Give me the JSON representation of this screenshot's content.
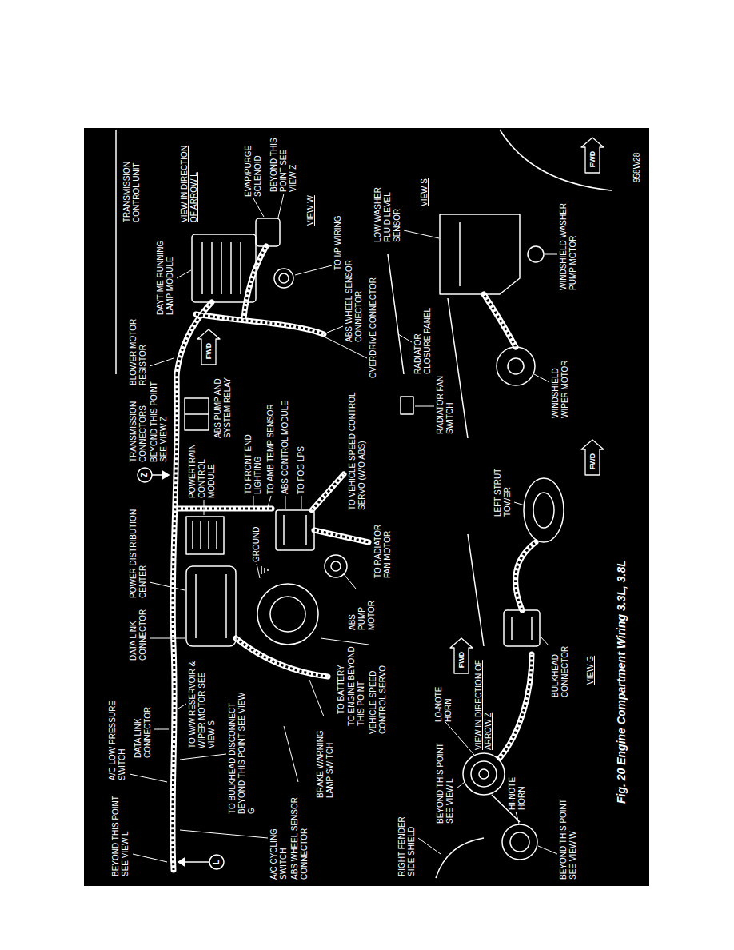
{
  "diagram": {
    "caption": "Fig. 20 Engine Compartment Wiring 3.3L, 3.8L",
    "labels": [
      "BEYOND THIS POINT SEE VIEW L",
      "A/C LOW PRESSURE SWITCH",
      "DATA LINK CONNECTOR",
      "L",
      "TO W/W RESERVOIR & WIPER MOTOR SEE VIEW S",
      "TO BULKHEAD DISCONNECT BEYOND THIS POINT SEE VIEW G",
      "A/C CYCLING SWITCH",
      "ABS WHEEL SENSOR CONNECTOR",
      "BRAKE WARNING LAMP SWITCH",
      "TO BATTERY",
      "TO ENGINE BEYOND THIS POINT",
      "VEHICLE SPEED CONTROL SERVO",
      "DATA LINK CONNECTOR",
      "POWER DISTRIBUTION CENTER",
      "Z",
      "TRANSMISSION CONNECTORS",
      "BEYOND THIS POINT SEE VIEW Z",
      "BLOWER MOTOR RESISTOR",
      "DAYTIME RUNNING LAMP MODULE",
      "TRANSMISSION CONTROL UNIT",
      "VIEW IN DIRECTION OF ARROW L",
      "POWERTRAIN CONTROL MODULE",
      "ABS PUMP AND SYSTEM RELAY",
      "FWD",
      "GROUND",
      "TO FRONT END LIGHTING",
      "TO AMB TEMP SENSOR",
      "ABS CONTROL MODULE",
      "TO FOG LPS",
      "TO VEHICLE SPEED CONTROL SERVO (W/O ABS)",
      "ABS PUMP MOTOR",
      "TO RADIATOR FAN MOTOR",
      "TO I/P WIRING",
      "ABS WHEEL SENSOR CONNECTOR",
      "OVERDRIVE CONNECTOR",
      "EVAP/PURGE SOLENOID",
      "BEYOND THIS POINT SEE VIEW Z",
      "VIEW W",
      "RADIATOR CLOSURE PANEL",
      "RADIATOR FAN SWITCH",
      "LOW WASHER FLUID LEVEL SENSOR",
      "VIEW S",
      "WINDSHIELD WIPER MOTOR",
      "WINDSHIELD WASHER PUMP MOTOR",
      "FWD",
      "RIGHT FENDER SIDE SHIELD",
      "BEYOND THIS POINT SEE VIEW L",
      "LO-NOTE HORN",
      "FWD",
      "VIEW IN DIRECTION OF ARROW Z",
      "HI-NOTE HORN",
      "BEYOND THIS POINT SEE VIEW W",
      "BULKHEAD CONNECTOR",
      "LEFT STRUT TOWER",
      "VIEW G",
      "FWD",
      "958W28"
    ]
  }
}
